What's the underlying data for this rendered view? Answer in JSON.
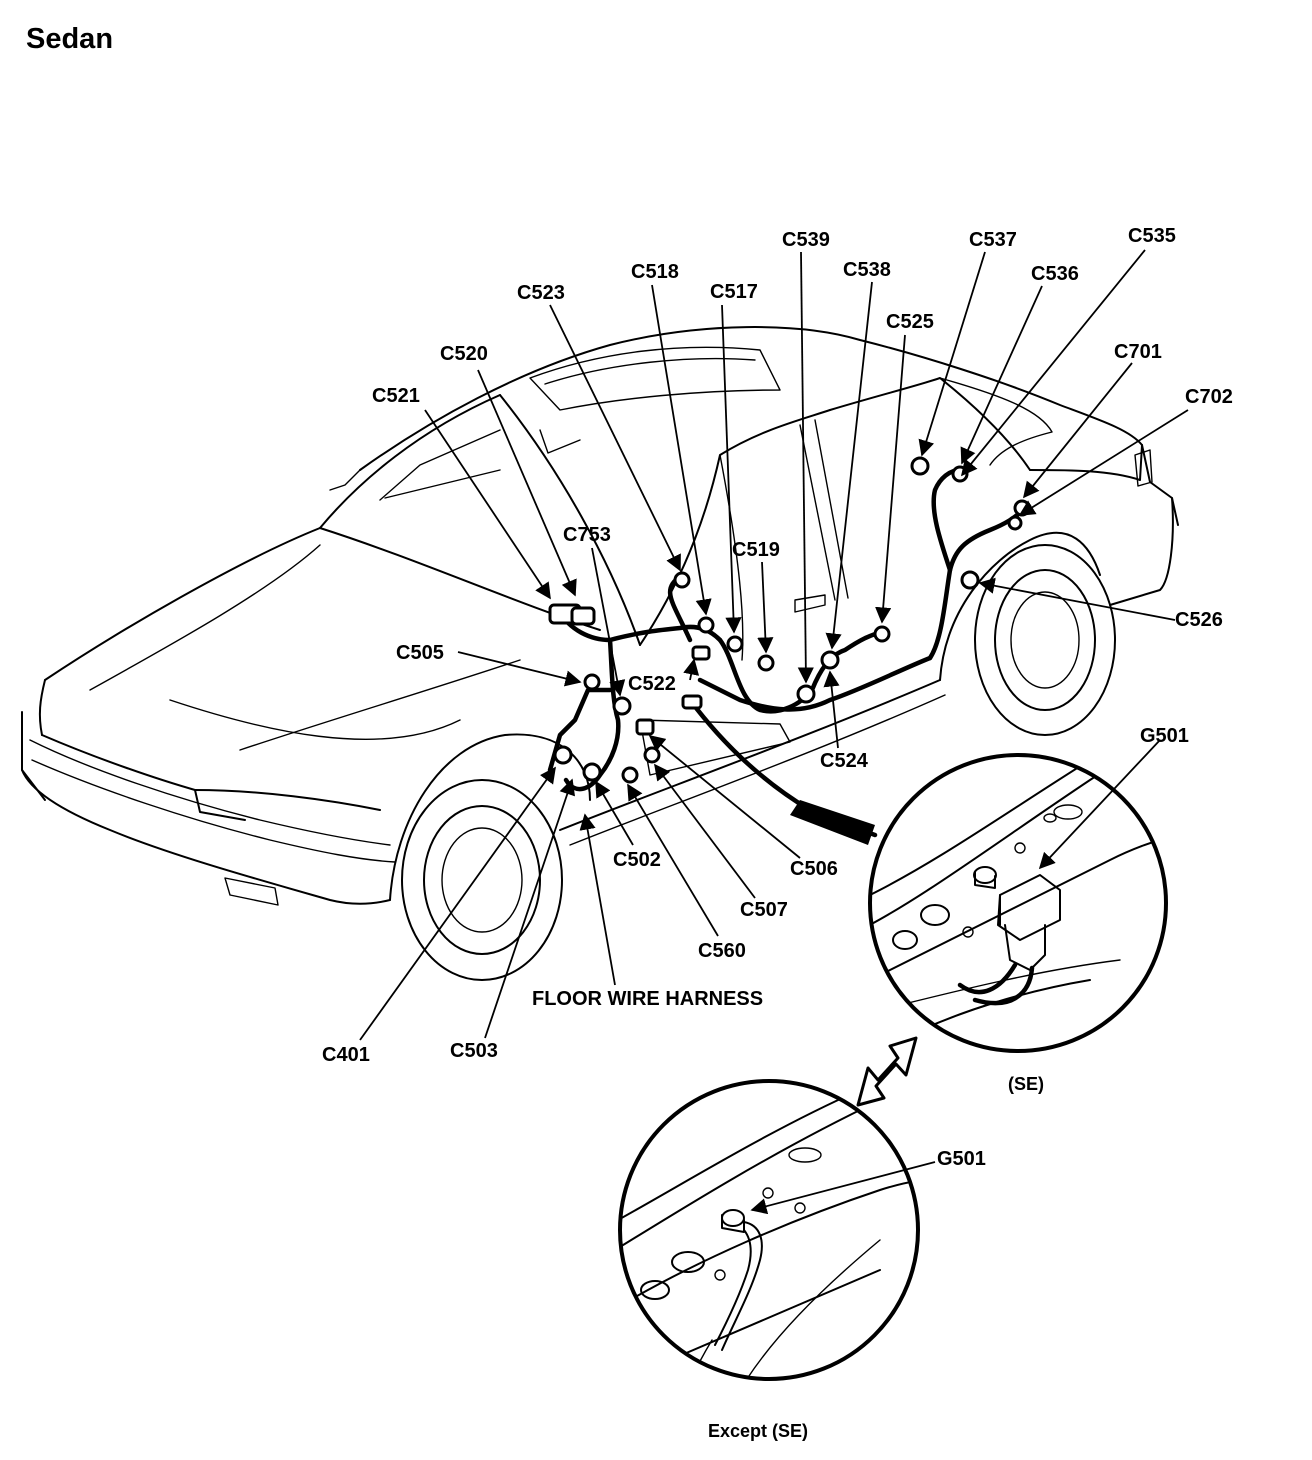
{
  "title": "Sedan",
  "harness_label": "FLOOR WIRE HARNESS",
  "inset_se_caption": "(SE)",
  "inset_except_caption": "Except (SE)",
  "inset_se_ground": "G501",
  "inset_except_ground": "G501",
  "connectors": [
    {
      "id": "c539",
      "label": "C539"
    },
    {
      "id": "c537",
      "label": "C537"
    },
    {
      "id": "c535",
      "label": "C535"
    },
    {
      "id": "c518",
      "label": "C518"
    },
    {
      "id": "c538",
      "label": "C538"
    },
    {
      "id": "c536",
      "label": "C536"
    },
    {
      "id": "c523",
      "label": "C523"
    },
    {
      "id": "c517",
      "label": "C517"
    },
    {
      "id": "c525",
      "label": "C525"
    },
    {
      "id": "c520",
      "label": "C520"
    },
    {
      "id": "c701",
      "label": "C701"
    },
    {
      "id": "c521",
      "label": "C521"
    },
    {
      "id": "c702",
      "label": "C702"
    },
    {
      "id": "c753",
      "label": "C753"
    },
    {
      "id": "c519",
      "label": "C519"
    },
    {
      "id": "c526",
      "label": "C526"
    },
    {
      "id": "c505",
      "label": "C505"
    },
    {
      "id": "c522",
      "label": "C522"
    },
    {
      "id": "c524",
      "label": "C524"
    },
    {
      "id": "c502",
      "label": "C502"
    },
    {
      "id": "c506",
      "label": "C506"
    },
    {
      "id": "c507",
      "label": "C507"
    },
    {
      "id": "c560",
      "label": "C560"
    },
    {
      "id": "c401",
      "label": "C401"
    },
    {
      "id": "c503",
      "label": "C503"
    }
  ]
}
